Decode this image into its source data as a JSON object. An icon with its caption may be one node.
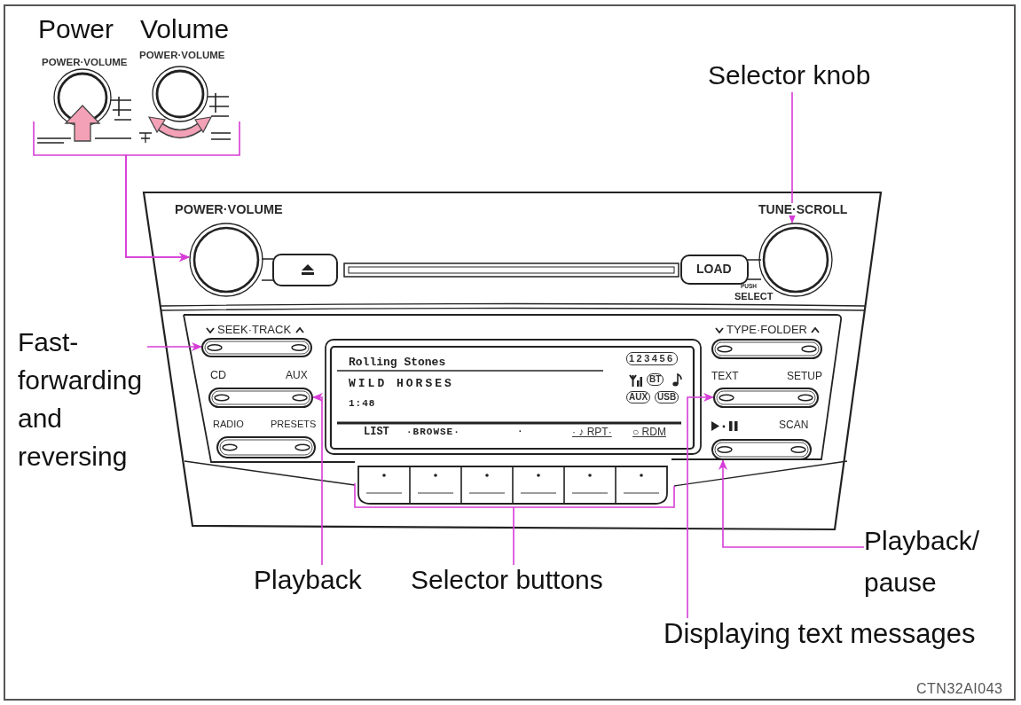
{
  "diagram": {
    "nodes": [
      {
        "text": [
          "Power",
          "POWER·VOLUME"
        ]
      },
      {
        "text": [
          "Volume",
          "POWER·VOLUME"
        ]
      },
      {
        "text": [
          "Selector knob"
        ]
      },
      {
        "text": [],
        "shape": "circle",
        "beside": [
          "POWER·VOLUME"
        ]
      },
      {
        "text": [],
        "shape": "circle",
        "beside": [
          "TUNE·SCROLL",
          "PUSH",
          "SELECT"
        ]
      },
      {
        "text": [
          "Fast-forwarding and reversing"
        ]
      },
      {
        "text": [],
        "shape": "box",
        "beside": [
          "SEEK·TRACK"
        ]
      },
      {
        "text": [],
        "shape": "box",
        "beside": [
          "CD",
          "AUX"
        ]
      },
      {
        "text": [],
        "shape": "box",
        "beside": [
          "TEXT",
          "SETUP"
        ]
      },
      {
        "text": [],
        "shape": "box",
        "beside": [
          "SCAN"
        ]
      },
      {
        "text": [],
        "shape": "box"
      },
      {
        "text": [
          "Playback/ pause"
        ]
      },
      {
        "text": [
          "Playback"
        ]
      },
      {
        "text": [
          "Selector buttons"
        ]
      },
      {
        "text": [
          "Displaying text messages"
        ]
      },
      {
        "text": [],
        "shape": "box",
        "beside": [
          "TYPE·FOLDER"
        ]
      },
      {
        "text": [],
        "shape": "box",
        "beside": [
          "RADIO",
          "PRESETS"
        ]
      }
    ],
    "edges": [
      {
        "from": 0,
        "to": 3,
        "arrow": "to"
      },
      {
        "from": 1,
        "to": 3,
        "arrow": "to"
      },
      {
        "from": 2,
        "to": 4,
        "arrow": "to"
      },
      {
        "from": 5,
        "to": 6,
        "arrow": "to"
      },
      {
        "from": 12,
        "to": 7,
        "arrow": "to"
      },
      {
        "from": 13,
        "to": 10,
        "arrow": "none"
      },
      {
        "from": 14,
        "to": 8,
        "arrow": "to"
      },
      {
        "from": 11,
        "to": 9,
        "arrow": "to"
      }
    ],
    "labels": [
      "LOAD",
      "Rolling Stones",
      "123456",
      "WILD HORSES",
      "BT",
      "1:48",
      "AUX",
      "USB",
      "LIST",
      "·BROWSE·",
      "·",
      "· ♪ RPT·",
      "○ RDM",
      "CTN32AI043"
    ]
  }
}
